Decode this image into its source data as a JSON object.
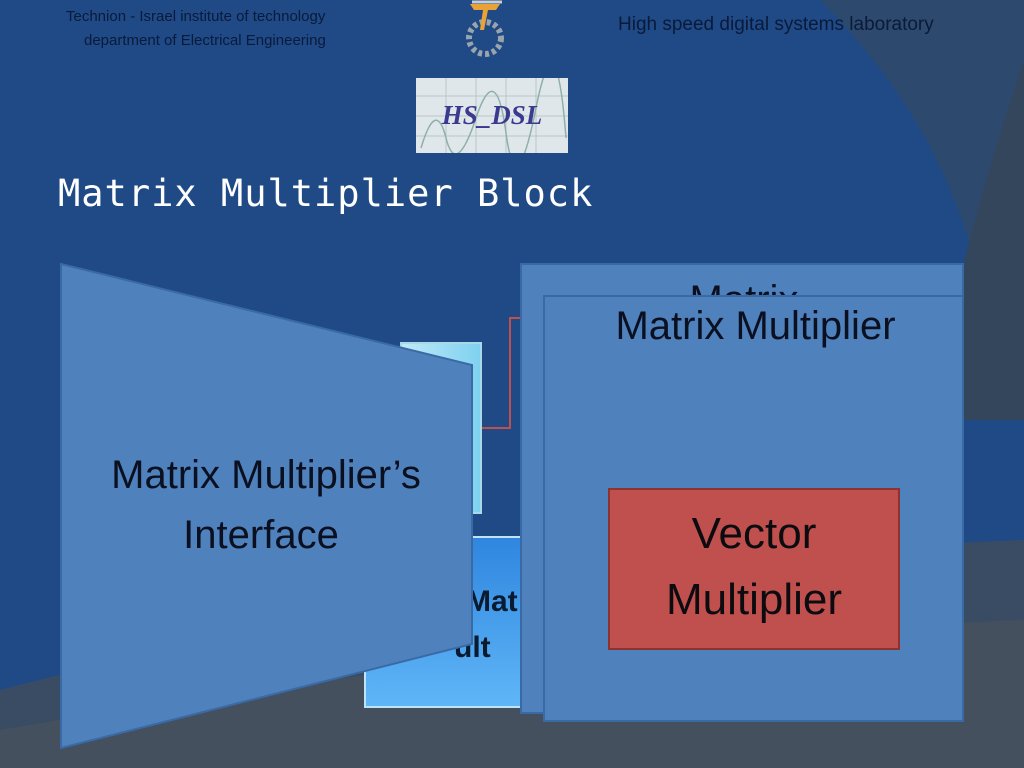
{
  "header": {
    "institution_line1": "Technion - Israel institute of technology",
    "institution_line2": "department of Electrical Engineering",
    "lab_name": "High speed digital systems laboratory",
    "logo_text": "HS_DSL"
  },
  "slide": {
    "title": "Matrix Multiplier Block"
  },
  "diagram": {
    "interface_label_line1": "Matrix Multiplier’s",
    "interface_label_line2": "Interface",
    "back_block_label_partial": "Matrix",
    "front_block_label": "Matrix Multiplier",
    "hidden_block_text_line1": "Mat",
    "hidden_block_text_line2": "ult",
    "vector_multiplier_line1": "Vector",
    "vector_multiplier_line2": "Multiplier"
  },
  "colors": {
    "background": "#1f4a86",
    "block_fill": "#4f81bd",
    "vector_fill": "#c0504d",
    "bright_box": "#3a9cf0"
  }
}
